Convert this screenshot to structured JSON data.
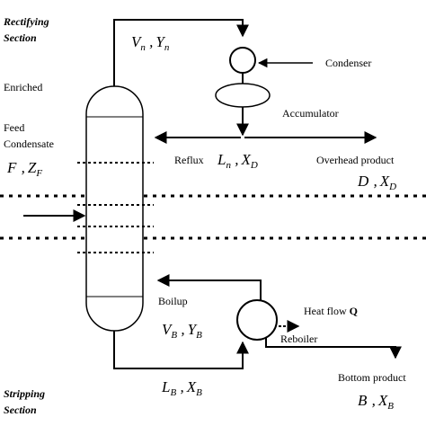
{
  "sections": {
    "rectifying_line1": "Rectifying",
    "rectifying_line2": "Section",
    "stripping_line1": "Stripping",
    "stripping_line2": "Section"
  },
  "labels": {
    "enriched": "Enriched",
    "feed": "Feed",
    "condensate": "Condensate",
    "condenser": "Condenser",
    "accumulator": "Accumulator",
    "reflux": "Reflux",
    "overhead_product": "Overhead product",
    "boilup": "Boilup",
    "heat_flow": "Heat flow",
    "heat_flow_symbol": "Q",
    "reboiler": "Reboiler",
    "bottom_product": "Bottom product"
  },
  "math": {
    "vapor_top": {
      "a": "V",
      "a_sub": "n",
      "sep": " ,",
      "b": "Y",
      "b_sub": "n"
    },
    "feed": {
      "a": "F",
      "a_sub": "",
      "sep": " ,",
      "b": "Z",
      "b_sub": "F"
    },
    "reflux": {
      "a": "L",
      "a_sub": "n",
      "sep": " ,",
      "b": "X",
      "b_sub": "D"
    },
    "distillate": {
      "a": "D",
      "a_sub": "",
      "sep": " ,",
      "b": "X",
      "b_sub": "D"
    },
    "boilup": {
      "a": "V",
      "a_sub": "B",
      "sep": " ,",
      "b": "Y",
      "b_sub": "B"
    },
    "liquid_bottom": {
      "a": "L",
      "a_sub": "B",
      "sep": " ,",
      "b": "X",
      "b_sub": "B"
    },
    "bottoms": {
      "a": "B",
      "a_sub": "",
      "sep": " ,",
      "b": "X",
      "b_sub": "B"
    }
  }
}
